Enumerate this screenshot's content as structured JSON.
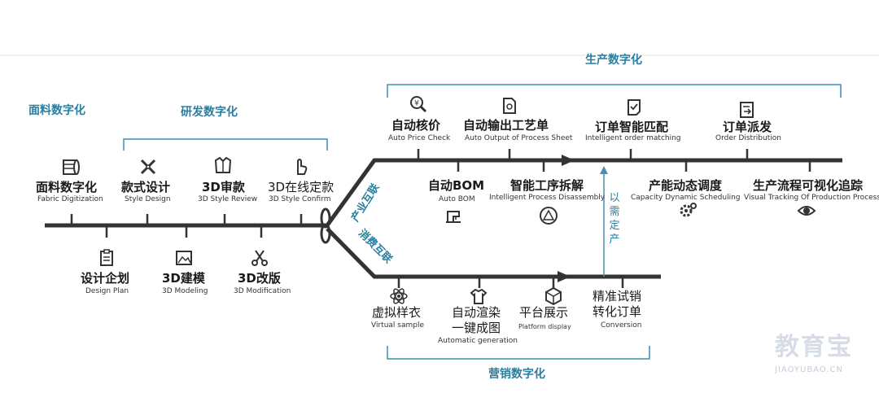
{
  "sections": {
    "fabric": "面料数字化",
    "rd": "研发数字化",
    "production": "生产数字化",
    "marketing": "营销数字化"
  },
  "branches": {
    "industry_internet": "产业互联",
    "consumer_internet": "消费互联",
    "sales_driven": "以需定产"
  },
  "rd_top": [
    {
      "cn": "面料数字化",
      "en": "Fabric Digitization",
      "icon": "fabric-roll-icon"
    },
    {
      "cn": "款式设计",
      "en": "Style Design",
      "icon": "ruler-pencil-icon"
    },
    {
      "cn": "3D审款",
      "en": "3D Style Review",
      "icon": "jacket-icon"
    },
    {
      "cn": "3D在线定款",
      "en": "3D Style Confirm",
      "icon": "hand-pointer-icon"
    }
  ],
  "rd_bottom": [
    {
      "cn": "设计企划",
      "en": "Design Plan",
      "icon": "clipboard-icon"
    },
    {
      "cn": "3D建模",
      "en": "3D Modeling",
      "icon": "image-frame-icon"
    },
    {
      "cn": "3D改版",
      "en": "3D Modification",
      "icon": "scissors-icon"
    }
  ],
  "prod_top": [
    {
      "cn": "自动核价",
      "en": "Auto Price Check",
      "icon": "yen-search-icon"
    },
    {
      "cn": "自动输出工艺单",
      "en": "Auto Output of Process Sheet",
      "icon": "document-gear-icon"
    },
    {
      "cn": "订单智能匹配",
      "en": "Intelligent order matching",
      "icon": "document-check-icon"
    },
    {
      "cn": "订单派发",
      "en": "Order Distribution",
      "icon": "document-arrow-icon"
    }
  ],
  "prod_bottom": [
    {
      "cn": "自动BOM",
      "en": "Auto BOM",
      "icon": "sewing-machine-icon"
    },
    {
      "cn": "智能工序拆解",
      "en": "Intelligent Process Disassembly",
      "icon": "warning-icon"
    },
    {
      "cn": "产能动态调度",
      "en": "Capacity Dynamic  Scheduling",
      "icon": "gears-icon"
    },
    {
      "cn": "生产流程可视化追踪",
      "en": "Visual Tracking Of Production Process",
      "icon": "eye-icon"
    }
  ],
  "marketing": [
    {
      "cn": "虚拟样衣",
      "en": "Virtual sample",
      "icon": "atom-icon"
    },
    {
      "cn": "自动渲染",
      "cn2": "一键成图",
      "en": "Automatic generation",
      "icon": "tshirt-icon"
    },
    {
      "cn": "平台展示",
      "en": "Platform display",
      "icon": "cube-icon"
    },
    {
      "cn": "精准试销",
      "cn2": "转化订单",
      "en": "Conversion"
    }
  ],
  "watermark": {
    "cn": "教育宝",
    "en": "JIAOYUBAO.CN"
  },
  "colors": {
    "line": "#333333",
    "accent": "#2a7ea0",
    "watermark": "#d7dde6"
  }
}
